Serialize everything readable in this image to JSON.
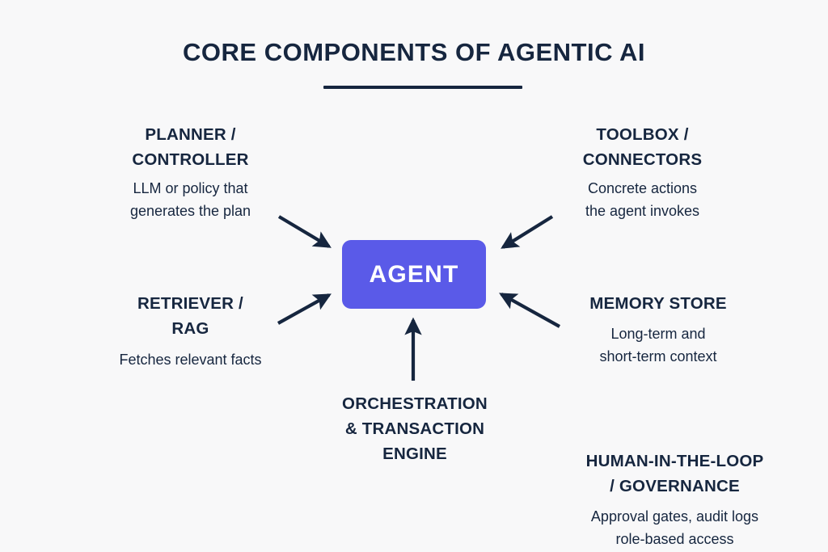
{
  "page": {
    "title": "CORE COMPONENTS OF AGENTIC AI",
    "background_color": "#f8f8f9",
    "text_color": "#16263f",
    "accent_color": "#5a5ae8"
  },
  "center": {
    "label": "AGENT",
    "fill_color": "#5a5ae8",
    "text_color": "#ffffff"
  },
  "nodes": {
    "planner": {
      "heading": "PLANNER /\nCONTROLLER",
      "body": "LLM or policy that\ngenerates the plan"
    },
    "toolbox": {
      "heading": "TOOLBOX /\nCONNECTORS",
      "body": "Concrete actions\nthe agent invokes"
    },
    "retriever": {
      "heading": "RETRIEVER /\nRAG",
      "body": "Fetches relevant facts"
    },
    "memory": {
      "heading": "MEMORY STORE",
      "body": "Long-term and\nshort-term context"
    },
    "orchestration": {
      "heading": "ORCHESTRATION\n& TRANSACTION\nENGINE",
      "body": ""
    },
    "human": {
      "heading": "HUMAN-IN-THE-LOOP\n/ GOVERNANCE",
      "body": "Approval gates, audit logs\nrole-based access"
    }
  },
  "chart_data": {
    "type": "diagram",
    "title": "CORE COMPONENTS OF AGENTIC AI",
    "layout": "hub-and-spoke",
    "hub": "AGENT",
    "spokes": [
      {
        "name": "PLANNER / CONTROLLER",
        "description": "LLM or policy that generates the plan",
        "position": "top-left",
        "arrow": "into-hub"
      },
      {
        "name": "TOOLBOX / CONNECTORS",
        "description": "Concrete actions the agent invokes",
        "position": "top-right",
        "arrow": "into-hub"
      },
      {
        "name": "RETRIEVER / RAG",
        "description": "Fetches relevant facts",
        "position": "middle-left",
        "arrow": "into-hub"
      },
      {
        "name": "MEMORY STORE",
        "description": "Long-term and short-term context",
        "position": "middle-right",
        "arrow": "into-hub"
      },
      {
        "name": "ORCHESTRATION & TRANSACTION ENGINE",
        "description": "",
        "position": "bottom-center",
        "arrow": "into-hub"
      },
      {
        "name": "HUMAN-IN-THE-LOOP / GOVERNANCE",
        "description": "Approval gates, audit logs role-based access",
        "position": "bottom-right",
        "arrow": "none"
      }
    ]
  }
}
